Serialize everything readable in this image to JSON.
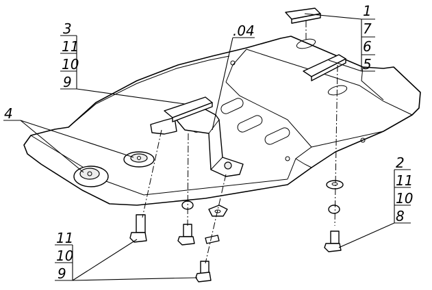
{
  "callouts": {
    "top_right": [
      "1",
      "7",
      "6",
      "5"
    ],
    "top_left": [
      "3",
      "11",
      "10",
      "9"
    ],
    "center_top": ".04",
    "left": "4",
    "right_bottom": [
      "2",
      "11",
      "10",
      "8"
    ],
    "bottom_left": [
      "11",
      "10",
      "9"
    ]
  }
}
